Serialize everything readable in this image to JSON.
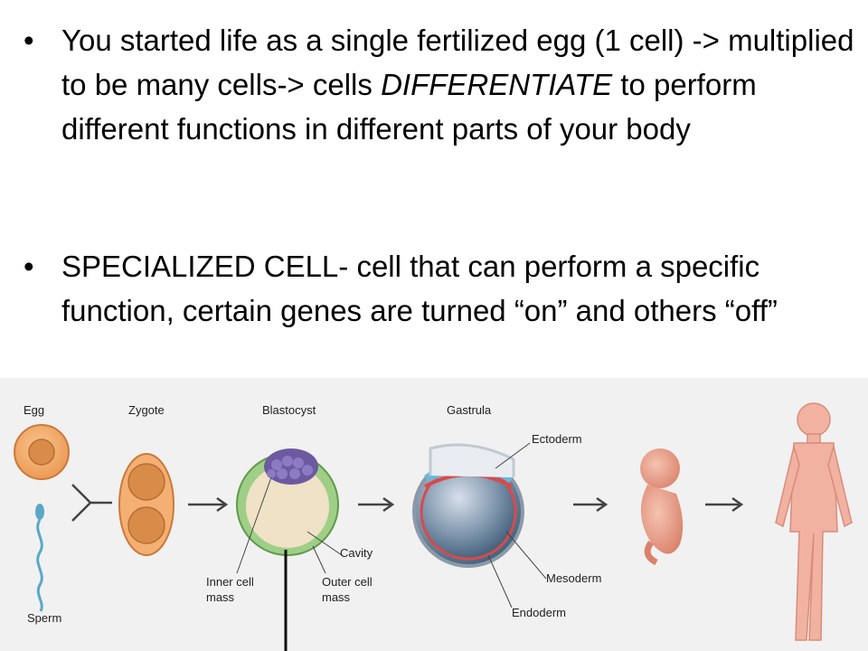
{
  "slide": {
    "bullets": [
      {
        "marker": "•",
        "text_before": "You started life as a single fertilized egg (1 cell) -> multiplied to be many cells-> cells ",
        "emphasis": "DIFFERENTIATE",
        "text_after": " to perform different functions in different parts of your body"
      },
      {
        "marker": "•",
        "text": "SPECIALIZED CELL- cell that can perform a specific function, certain genes are turned “on” and others “off”"
      }
    ]
  },
  "figure": {
    "labels": {
      "egg": "Egg",
      "sperm": "Sperm",
      "zygote": "Zygote",
      "blastocyst": "Blastocyst",
      "cavity": "Cavity",
      "inner_cell_1": "Inner cell",
      "inner_cell_2": "mass",
      "outer_cell_1": "Outer cell",
      "outer_cell_2": "mass",
      "gastrula": "Gastrula",
      "ectoderm": "Ectoderm",
      "mesoderm": "Mesoderm",
      "endoderm": "Endoderm"
    },
    "colors": {
      "egg_outer": "#f4b073",
      "egg_nucleus": "#d98c4a",
      "sperm": "#5aa8c6",
      "zygote": "#f0a560",
      "blastocyst_outer": "#9fcf86",
      "blastocyst_inner": "#6b5aa0",
      "cavity": "#efe2c6",
      "ectoderm": "#6bb7d6",
      "mesoderm": "#d94a4a",
      "endoderm_fill": "#4a6c88",
      "fetus": "#e8a08a",
      "human": "#f2b2a2"
    }
  }
}
